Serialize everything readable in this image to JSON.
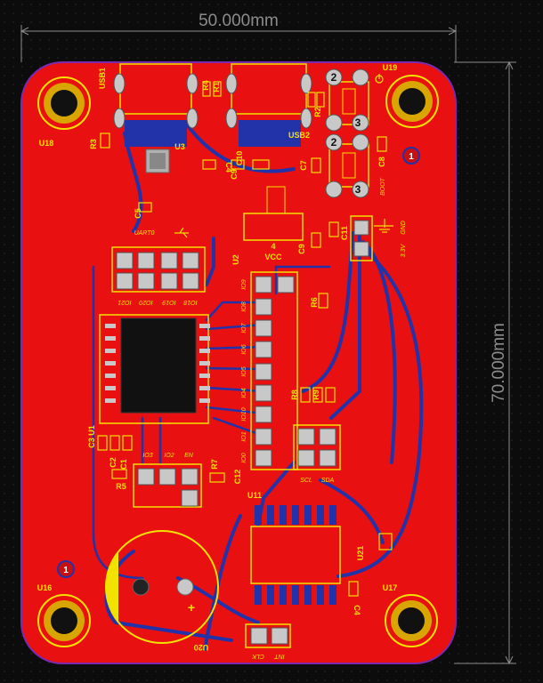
{
  "dimensions": {
    "width_label": "50.000mm",
    "height_label": "70.000mm"
  },
  "colors": {
    "board_copper": "#e81010",
    "silkscreen": "#f2e200",
    "bottom_trace": "#2233aa",
    "background": "#0c0c0c"
  },
  "designators": {
    "u18": "U18",
    "u19": "U19",
    "u16": "U16",
    "u17": "U17",
    "u3": "U3",
    "u2": "U2",
    "u1": "U1",
    "u11": "U11",
    "u20": "U20",
    "u21": "U21",
    "usb1": "USB1",
    "usb2": "USB2",
    "r1": "R1",
    "r2": "R2",
    "r3": "R3",
    "r4": "R4",
    "r5": "R5",
    "r6": "R6",
    "r7": "R7",
    "r8": "R8",
    "r9": "R9",
    "c1": "C1",
    "c2": "C2",
    "c3": "C3",
    "c4": "C4",
    "c5": "C5",
    "c6": "C6",
    "c7": "C7",
    "c8": "C8",
    "c9": "C9",
    "c10": "C10",
    "c11": "C11",
    "c12": "C12"
  },
  "labels": {
    "uart0": "UART0",
    "vcc": "VCC",
    "four": "4",
    "boot": "BOOT",
    "gnd": "GND",
    "v33": "3.3V",
    "scl": "SCL",
    "sda": "SDA",
    "clk": "CLK",
    "int": "INT",
    "en": "EN",
    "plus": "+",
    "io_header": [
      "IO9",
      "IO8",
      "IO7",
      "IO6",
      "IO5",
      "IO4",
      "IO10",
      "IO1",
      "IO0"
    ],
    "uart_pins": [
      "IO21",
      "IO20",
      "IO19",
      "IO18"
    ],
    "bottom_pins": [
      "IO3",
      "IO2"
    ]
  },
  "markers": {
    "button_top_a": "2",
    "button_top_b": "3",
    "button_bot_a": "2",
    "button_bot_b": "3",
    "layer_right": "1",
    "layer_left": "1"
  }
}
